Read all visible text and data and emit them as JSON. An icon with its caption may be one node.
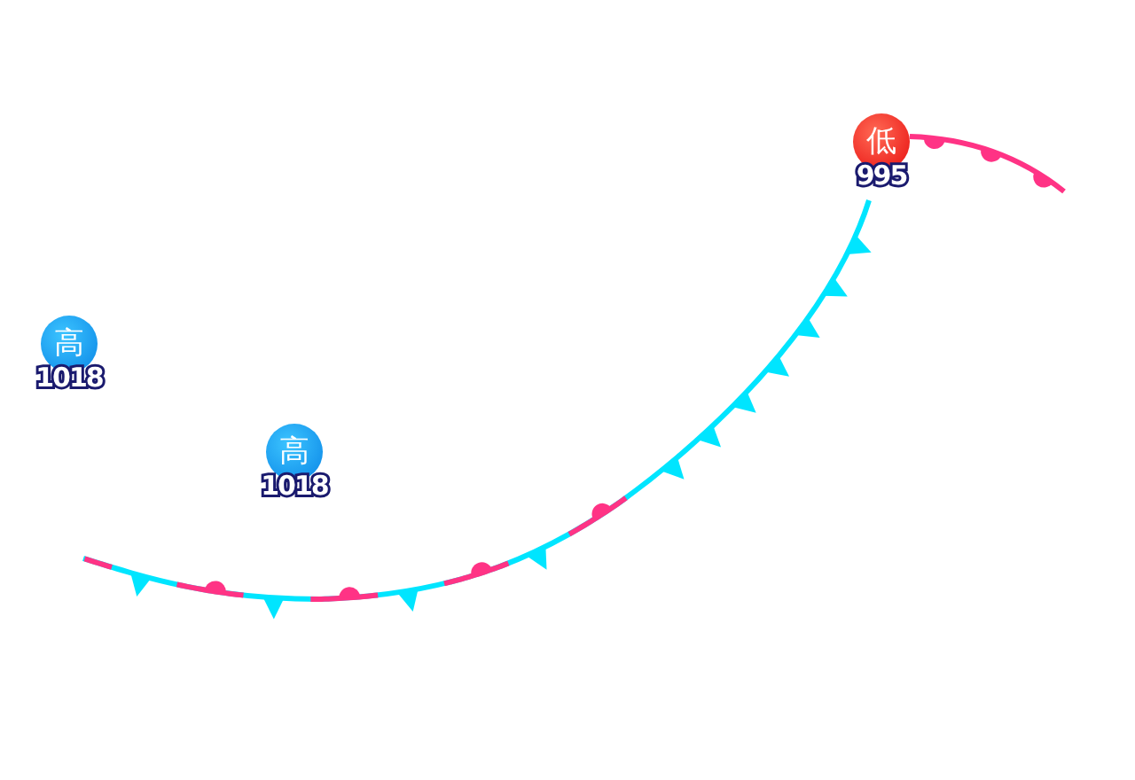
{
  "diagram": {
    "nodes": [
      {
        "text": [
          "高"
        ],
        "beside": [
          "1018"
        ]
      },
      {
        "text": [
          "高"
        ],
        "beside": [
          "1018"
        ]
      },
      {
        "text": [
          "低"
        ],
        "beside": [
          "995"
        ]
      }
    ],
    "edges": [
      {
        "from": 2,
        "to": null,
        "arrow": "none",
        "color": "#ff3385"
      },
      {
        "from": 2,
        "to": null,
        "arrow": "none",
        "color": "#00e5ff"
      }
    ]
  }
}
